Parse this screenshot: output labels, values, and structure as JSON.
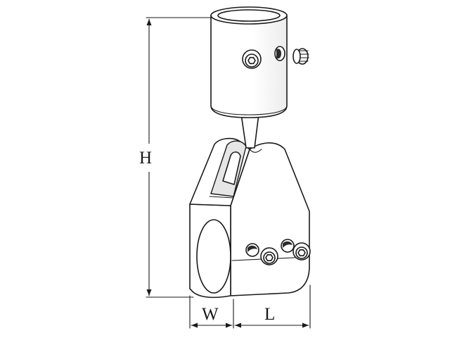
{
  "drawing": {
    "dimensions": {
      "height_label": "H",
      "width_label": "W",
      "length_label": "L"
    }
  }
}
